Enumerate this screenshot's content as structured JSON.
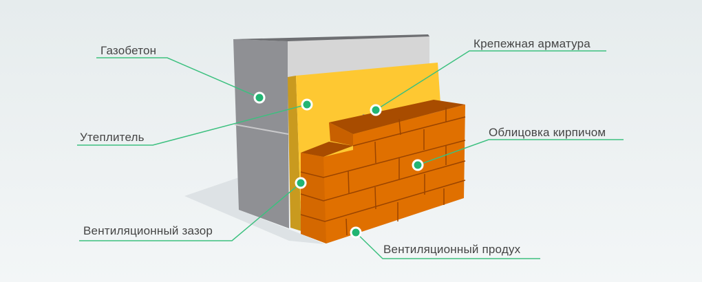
{
  "labels": {
    "aerated_concrete": "Газобетон",
    "insulation": "Утеплитель",
    "fastening": "Крепежная арматура",
    "brick_facing": "Облицовка кирпичом",
    "vent_gap": "Вентиляционный зазор",
    "vent_opening": "Вентиляционный продух"
  },
  "colors": {
    "leader": "#3cc07f",
    "dot": "#22b573",
    "concrete_side": "#8f9094",
    "concrete_front": "#d6d6d6",
    "insulation": "#fec832",
    "insulation_edge": "#c99a1f",
    "brick_front": "#e07000",
    "brick_top": "#a84c00"
  }
}
